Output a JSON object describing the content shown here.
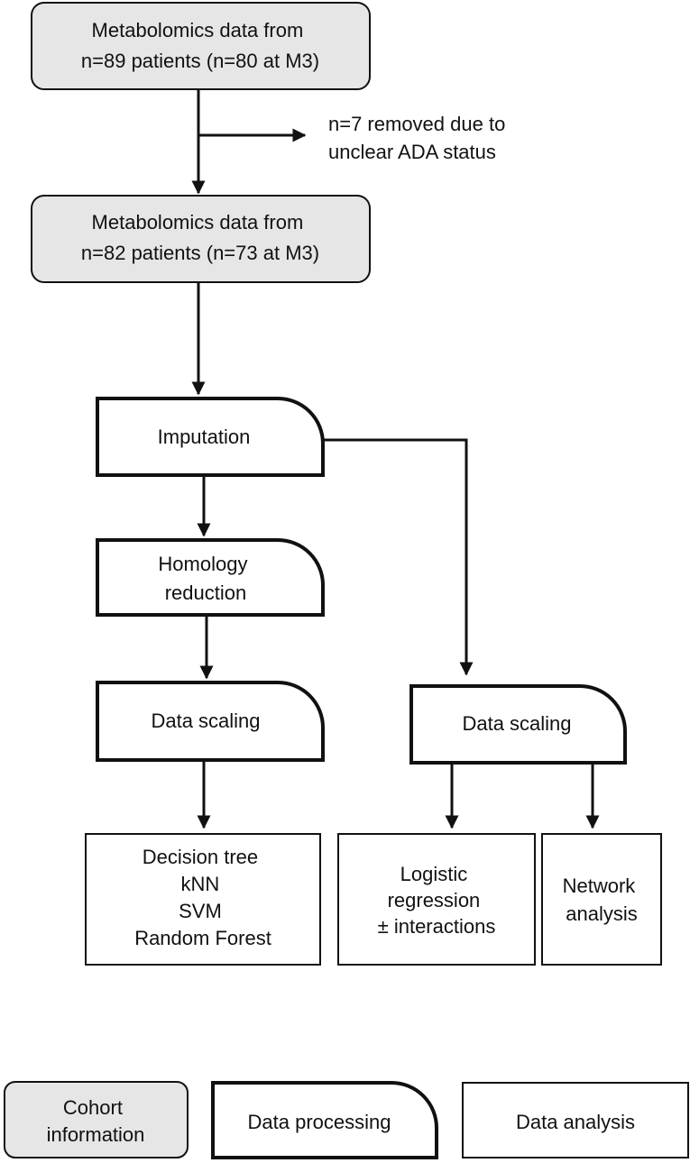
{
  "colors": {
    "cohort_fill": "#e6e6e6",
    "stroke": "#111111",
    "background": "#ffffff"
  },
  "nodes": {
    "cohort_initial": {
      "lines": [
        "Metabolomics data from",
        "n=89 patients (n=80 at M3)"
      ]
    },
    "exclusion_note": {
      "lines": [
        "n=7 removed due to",
        "unclear ADA status"
      ]
    },
    "cohort_final": {
      "lines": [
        "Metabolomics data from",
        "n=82 patients (n=73 at M3)"
      ]
    },
    "imputation": {
      "lines": [
        "Imputation"
      ]
    },
    "homology_reduction": {
      "lines": [
        "Homology",
        "reduction"
      ]
    },
    "data_scaling_left": {
      "lines": [
        "Data scaling"
      ]
    },
    "data_scaling_right": {
      "lines": [
        "Data scaling"
      ]
    },
    "ml_models": {
      "lines": [
        "Decision tree",
        "kNN",
        "SVM",
        "Random Forest"
      ]
    },
    "logistic_regression": {
      "lines": [
        "Logistic",
        "regression",
        "± interactions"
      ]
    },
    "network_analysis": {
      "lines": [
        "Network",
        "analysis"
      ]
    }
  },
  "legend": {
    "cohort": {
      "lines": [
        "Cohort",
        "information"
      ]
    },
    "processing": {
      "lines": [
        "Data processing"
      ]
    },
    "analysis": {
      "lines": [
        "Data analysis"
      ]
    }
  }
}
